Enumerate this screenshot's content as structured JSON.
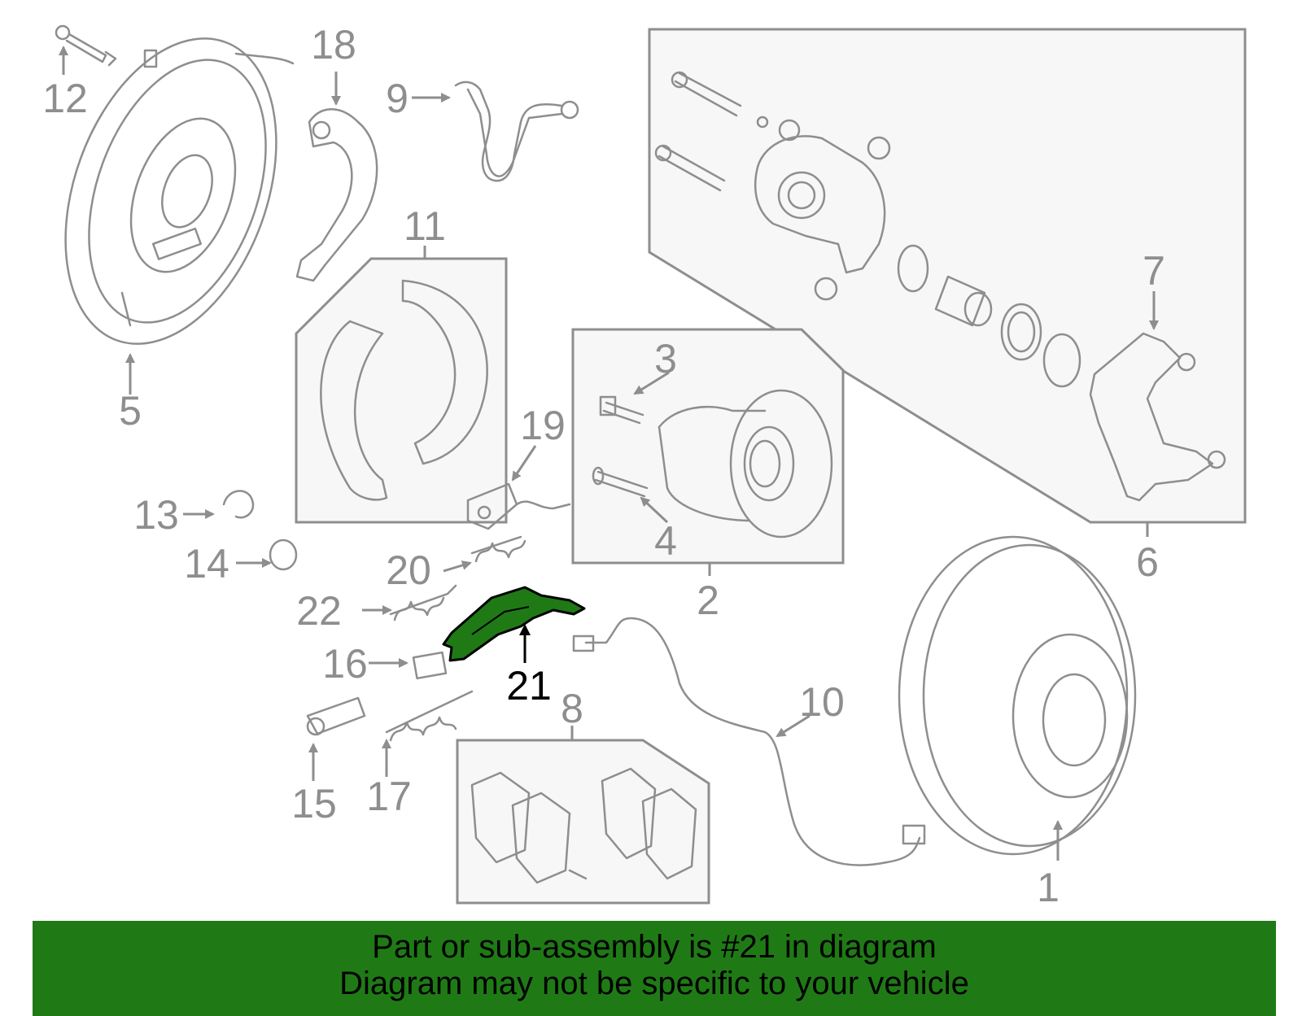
{
  "labels": {
    "l1": "1",
    "l2": "2",
    "l3": "3",
    "l4": "4",
    "l5": "5",
    "l6": "6",
    "l7": "7",
    "l8": "8",
    "l9": "9",
    "l10": "10",
    "l11": "11",
    "l12": "12",
    "l13": "13",
    "l14": "14",
    "l15": "15",
    "l16": "16",
    "l17": "17",
    "l18": "18",
    "l19": "19",
    "l20": "20",
    "l21": "21",
    "l22": "22"
  },
  "highlight": {
    "part_number": "21",
    "color": "#1f7a16"
  },
  "banner": {
    "line1": "Part or sub-assembly is #21 in diagram",
    "line2": "Diagram may not be specific to your vehicle",
    "background": "#1f7a16"
  }
}
